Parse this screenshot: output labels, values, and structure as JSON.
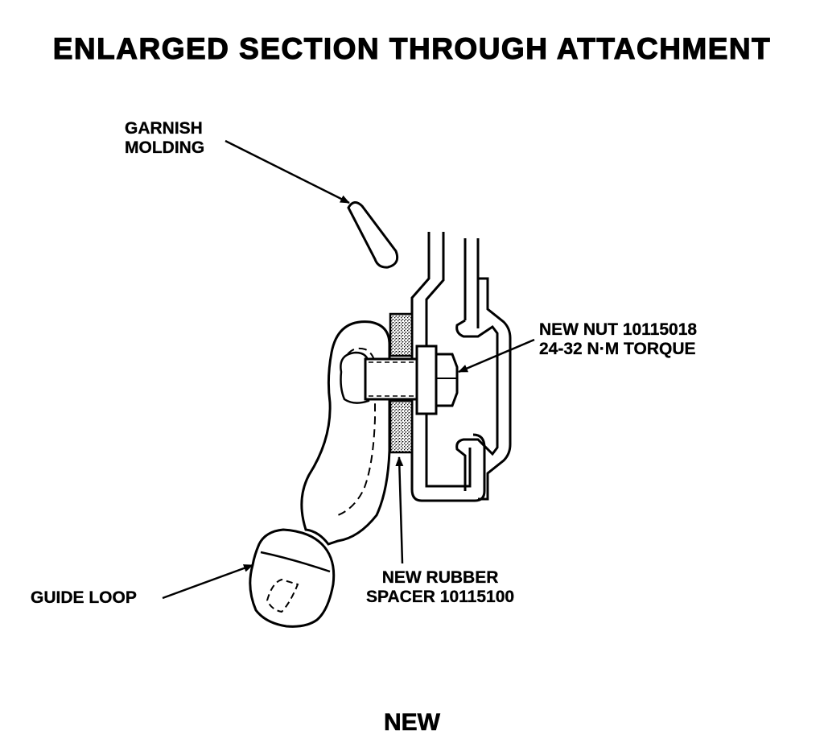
{
  "title": "ENLARGED SECTION THROUGH ATTACHMENT",
  "labels": {
    "garnish_molding": {
      "line1": "GARNISH",
      "line2": "MOLDING"
    },
    "new_nut": {
      "line1": "NEW NUT 10115018",
      "line2": "24-32 N·M TORQUE"
    },
    "new_rubber_spacer": {
      "line1": "NEW RUBBER",
      "line2": "SPACER 10115100"
    },
    "guide_loop": {
      "line1": "GUIDE LOOP"
    }
  },
  "footer": "NEW"
}
